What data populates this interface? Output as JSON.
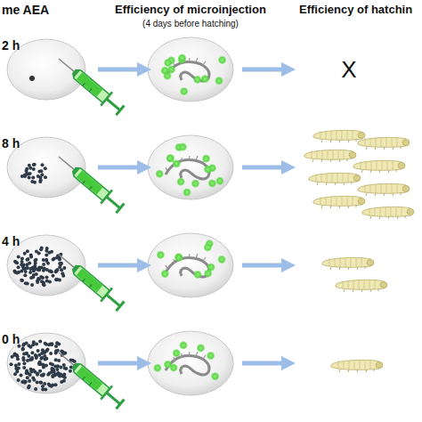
{
  "diagram": {
    "labels": [
      "me AEA",
      "Efficiency of microinjection",
      "(4 days before hatching)",
      "Efficiency of hatchin",
      "2 h",
      "8 h",
      "4 h",
      "0 h",
      "X"
    ]
  }
}
